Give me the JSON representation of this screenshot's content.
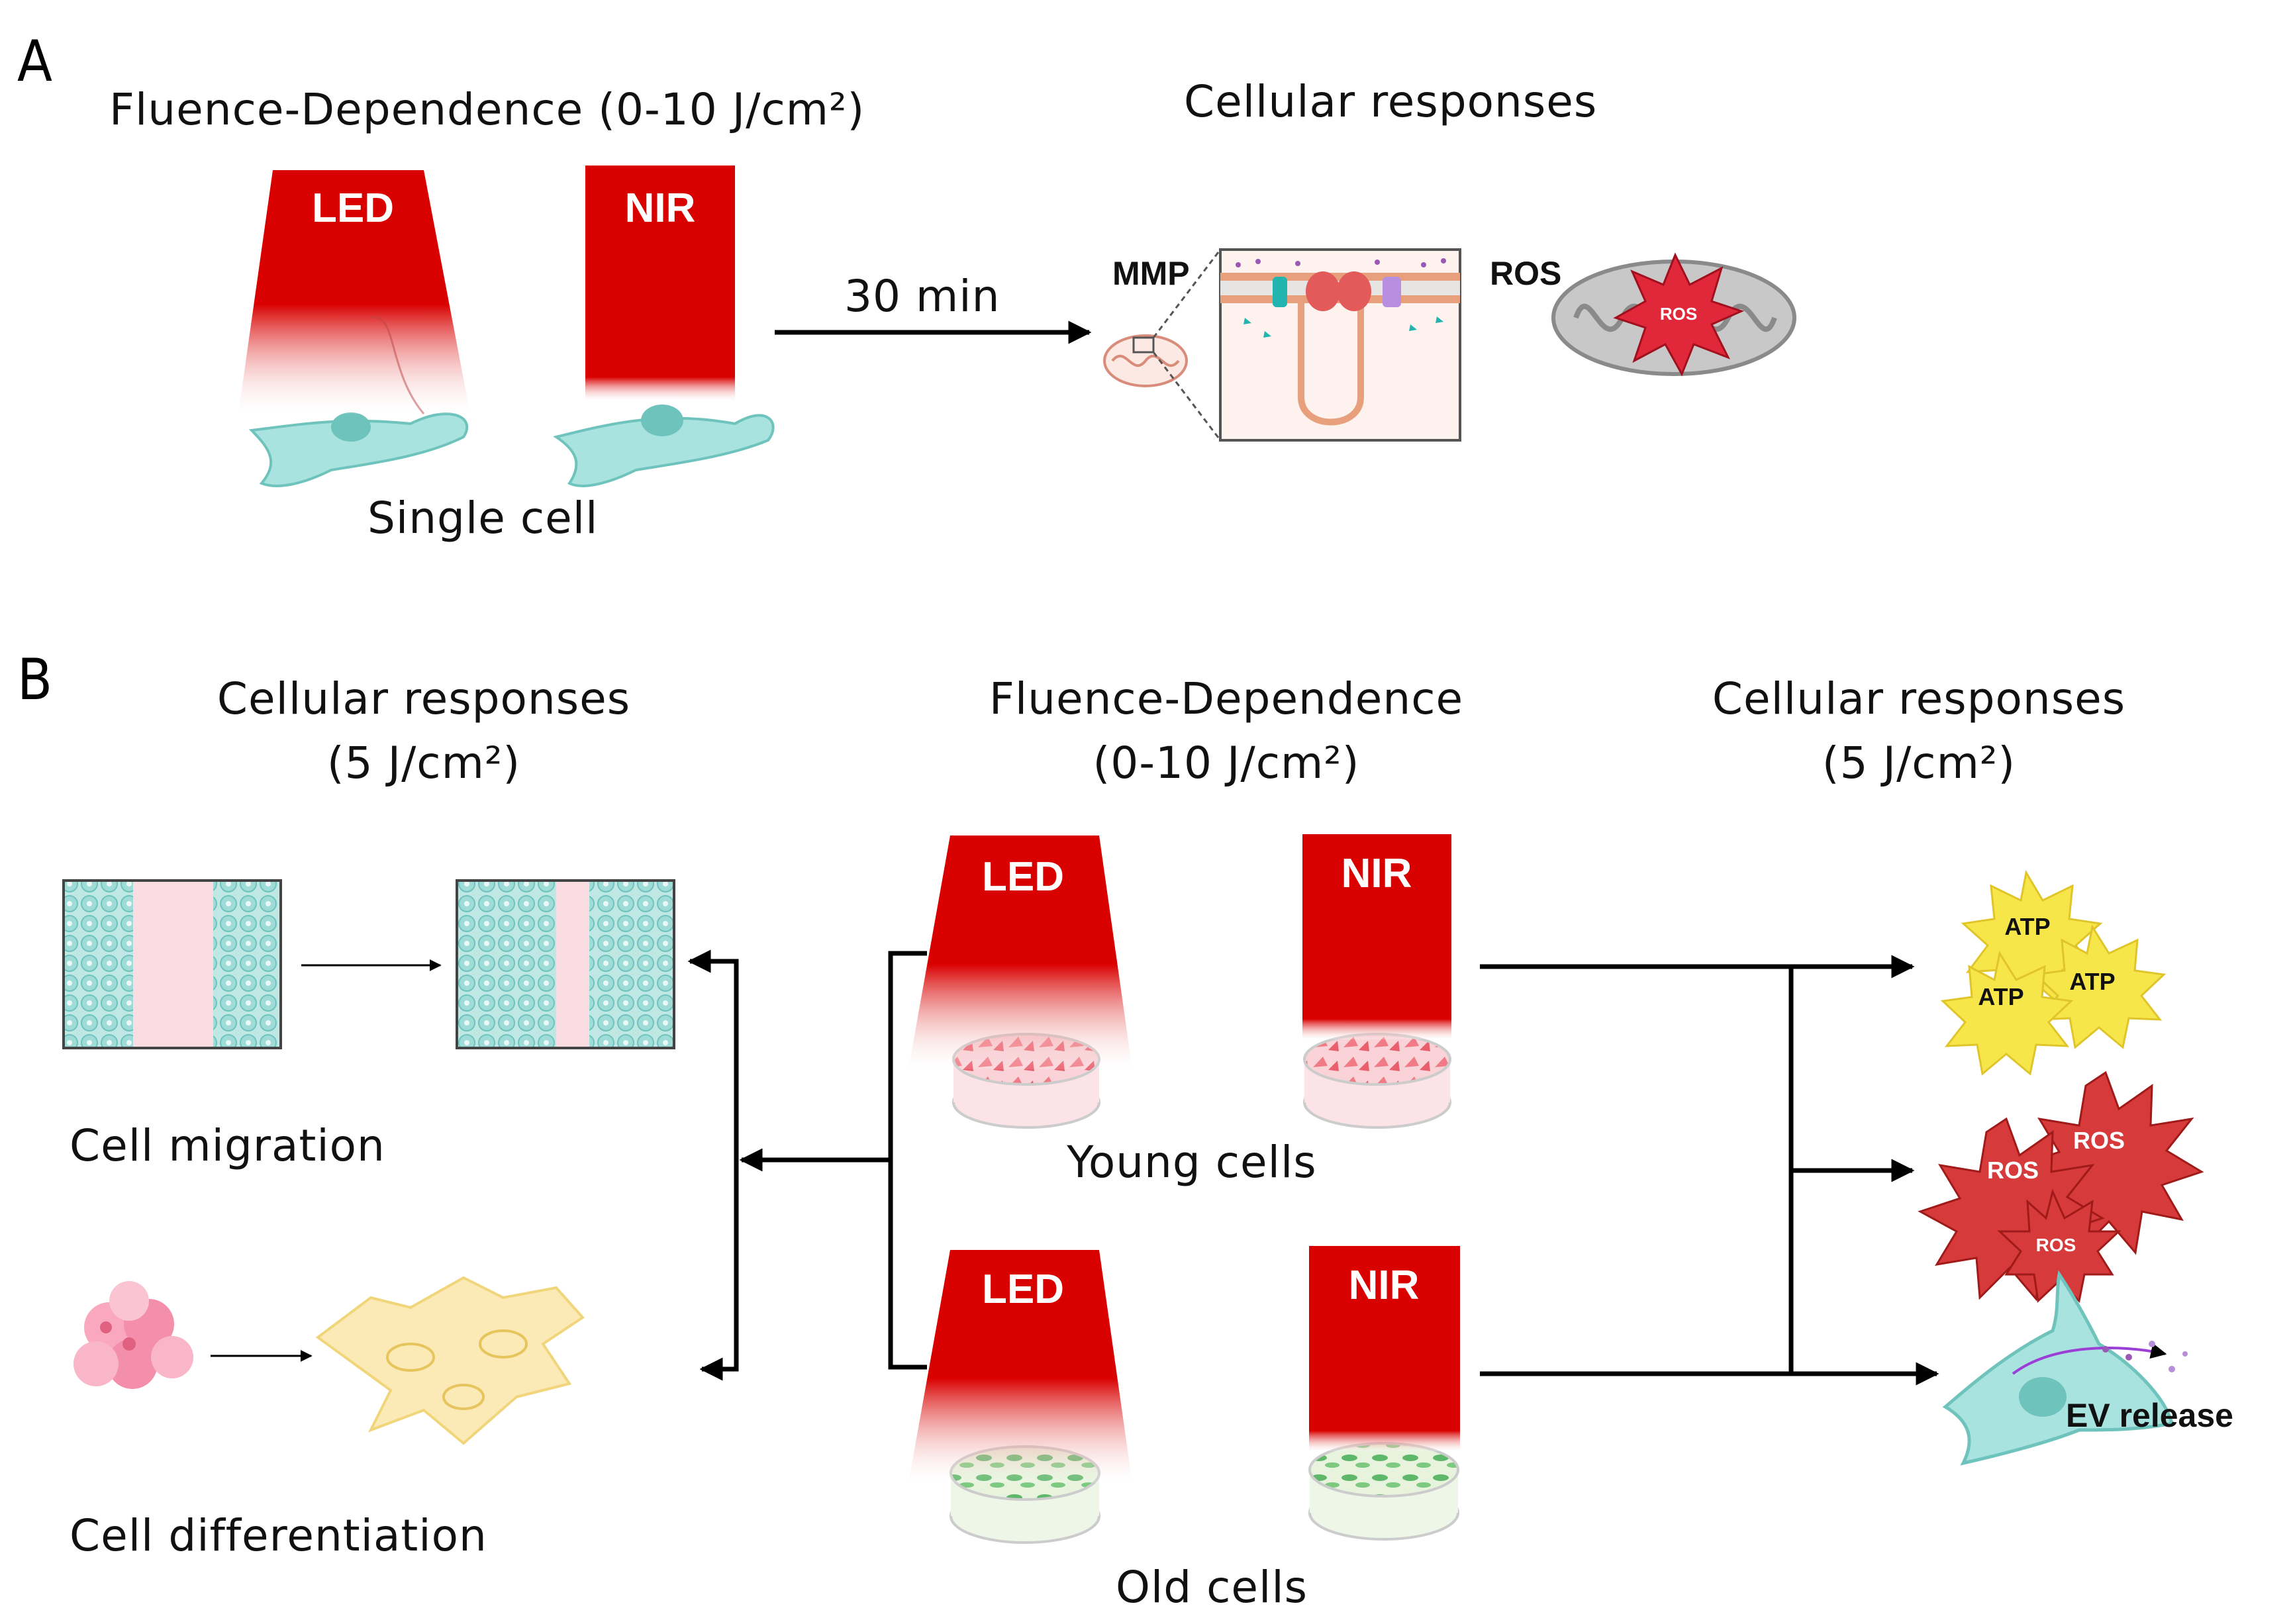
{
  "panel_a": {
    "label": "A",
    "title": "Fluence-Dependence (0-10 J/cm²)",
    "led_label": "LED",
    "nir_label": "NIR",
    "cell_caption": "Single cell",
    "time_label": "30 min",
    "responses_title": "Cellular responses",
    "mmp_label": "MMP",
    "ros_label": "ROS",
    "ros_burst_label": "ROS"
  },
  "panel_b": {
    "label": "B",
    "left_title_line1": "Cellular responses",
    "left_title_line2": "(5 J/cm²)",
    "center_title_line1": "Fluence-Dependence",
    "center_title_line2": "(0-10 J/cm²)",
    "right_title_line1": "Cellular responses",
    "right_title_line2": "(5 J/cm²)",
    "led_label": "LED",
    "nir_label": "NIR",
    "young_cells": "Young cells",
    "old_cells": "Old cells",
    "cell_migration": "Cell migration",
    "cell_differentiation": "Cell differentiation",
    "atp_labels": [
      "ATP",
      "ATP",
      "ATP"
    ],
    "ros_labels": [
      "ROS",
      "ROS",
      "ROS"
    ],
    "ev_release": "EV release"
  },
  "colors": {
    "light_red": "#d90000",
    "cell_teal": "#8fd3cf",
    "atp_yellow": "#f7e64a",
    "ros_red": "#d63a3a"
  }
}
